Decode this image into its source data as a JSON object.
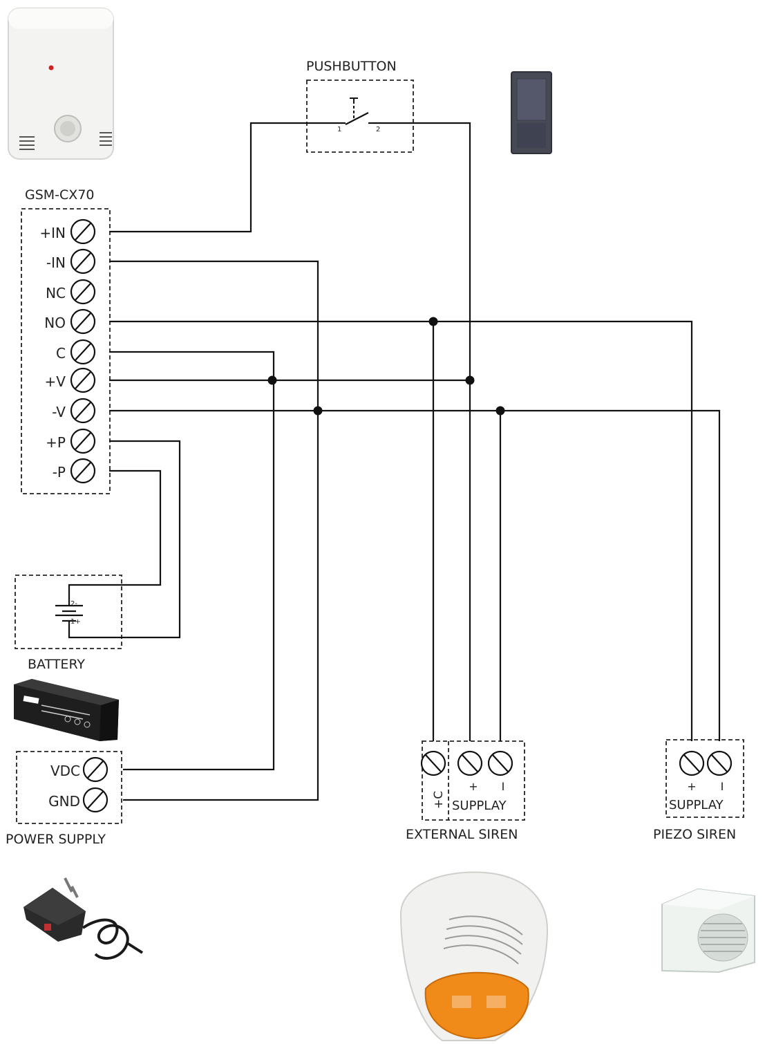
{
  "controller": {
    "title": "GSM-CX70",
    "terminals": [
      "+IN",
      "-IN",
      "NC",
      "NO",
      "C",
      "+V",
      "-V",
      "+P",
      "-P"
    ]
  },
  "pushbutton": {
    "label": "PUSHBUTTON",
    "pin1": "1",
    "pin2": "2"
  },
  "battery": {
    "label": "BATTERY",
    "pin_neg": "2-",
    "pin_pos": "1+"
  },
  "power_supply": {
    "label": "POWER SUPPLY",
    "terminals": [
      "VDC",
      "GND"
    ]
  },
  "external_siren": {
    "label": "EXTERNAL SIREN",
    "c_label": "+C",
    "plus": "+",
    "minus": "I",
    "supply": "SUPPLAY"
  },
  "piezo_siren": {
    "label": "PIEZO SIREN",
    "plus": "+",
    "minus": "I",
    "supply": "SUPPLAY"
  },
  "colors": {
    "wire": "#111111",
    "siren_lens": "#f08a18",
    "device_body": "#f1f1ef",
    "switch_body": "#474a55"
  }
}
